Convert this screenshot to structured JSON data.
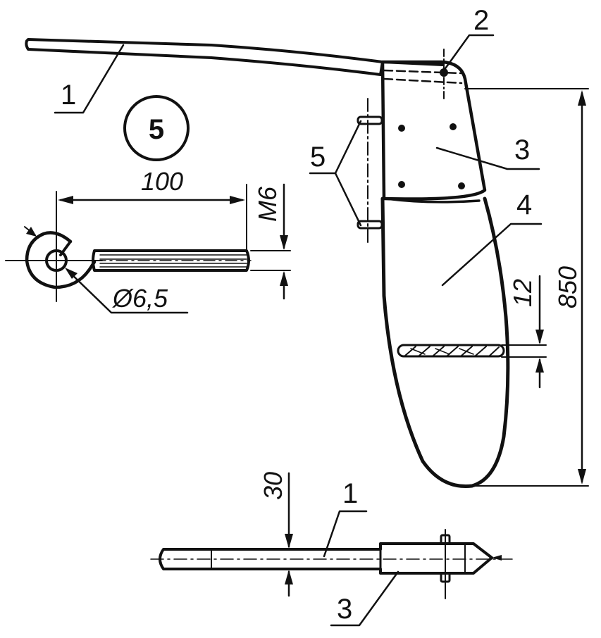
{
  "callouts": {
    "tiller": "1",
    "pivot_bolt": "2",
    "cheek_plate": "3",
    "blade": "4",
    "pins": "5",
    "detail_marker": "5",
    "plan_tiller": "1",
    "plan_cheek": "3"
  },
  "dimensions": {
    "pin_length": "100",
    "thread": "M6",
    "eye_diameter": "Ø6,5",
    "rudder_height": "850",
    "blade_thickness": "12",
    "plan_width": "30"
  }
}
